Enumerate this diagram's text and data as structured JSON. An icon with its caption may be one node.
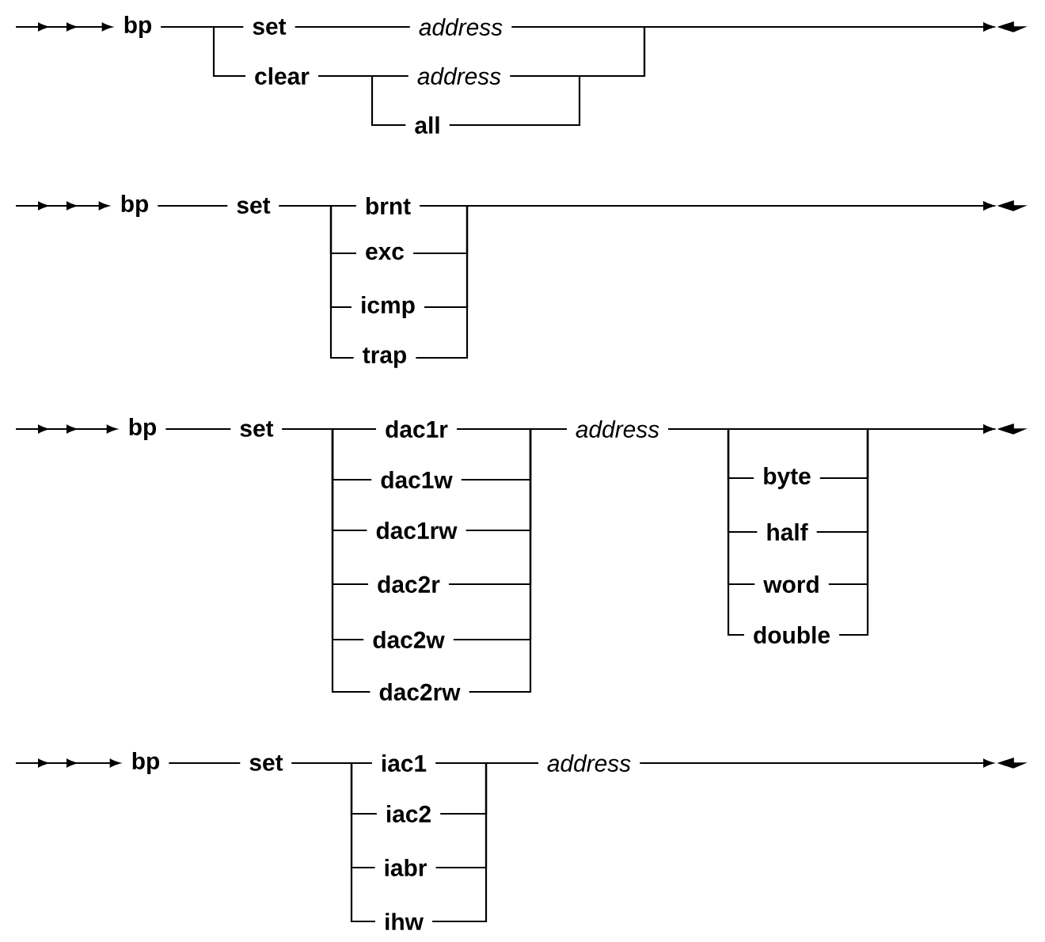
{
  "diagram": {
    "nodes": [
      {
        "text": [
          "bp"
        ]
      },
      {
        "text": [
          "set"
        ]
      },
      {
        "text": [
          "address"
        ]
      },
      {
        "text": [
          "clear"
        ]
      },
      {
        "text": [
          "address"
        ]
      },
      {
        "text": [
          "all"
        ]
      },
      {
        "text": [
          "bp"
        ]
      },
      {
        "text": [
          "set"
        ]
      },
      {
        "text": [
          "brnt"
        ]
      },
      {
        "text": [
          "exc"
        ]
      },
      {
        "text": [
          "icmp"
        ]
      },
      {
        "text": [
          "trap"
        ]
      },
      {
        "text": [
          "bp"
        ]
      },
      {
        "text": [
          "set"
        ]
      },
      {
        "text": [
          "dac1r"
        ]
      },
      {
        "text": [
          "dac1w"
        ]
      },
      {
        "text": [
          "dac1rw"
        ]
      },
      {
        "text": [
          "dac2r"
        ]
      },
      {
        "text": [
          "dac2w"
        ]
      },
      {
        "text": [
          "dac2rw"
        ]
      },
      {
        "text": [
          "address"
        ]
      },
      {
        "text": [
          "byte"
        ]
      },
      {
        "text": [
          "half"
        ]
      },
      {
        "text": [
          "word"
        ]
      },
      {
        "text": [
          "double"
        ]
      },
      {
        "text": [
          "bp"
        ]
      },
      {
        "text": [
          "set"
        ]
      },
      {
        "text": [
          "iac1"
        ]
      },
      {
        "text": [
          "iac2"
        ]
      },
      {
        "text": [
          "iabr"
        ]
      },
      {
        "text": [
          "ihw"
        ]
      },
      {
        "text": [
          "address"
        ]
      }
    ],
    "edges": [
      {
        "from": null,
        "to": 0,
        "arrow": "to"
      },
      {
        "from": 0,
        "to": 1,
        "arrow": "none"
      },
      {
        "from": 0,
        "to": 3,
        "arrow": "none"
      },
      {
        "from": 1,
        "to": 2,
        "arrow": "none"
      },
      {
        "from": 3,
        "to": 4,
        "arrow": "none"
      },
      {
        "from": 3,
        "to": 5,
        "arrow": "none"
      },
      {
        "from": 2,
        "to": null,
        "arrow": "to"
      },
      {
        "from": 4,
        "to": null,
        "arrow": "to"
      },
      {
        "from": 5,
        "to": null,
        "arrow": "to"
      },
      {
        "from": null,
        "to": 6,
        "arrow": "to"
      },
      {
        "from": 6,
        "to": 7,
        "arrow": "none"
      },
      {
        "from": 7,
        "to": 8,
        "arrow": "none"
      },
      {
        "from": 7,
        "to": 9,
        "arrow": "none"
      },
      {
        "from": 7,
        "to": 10,
        "arrow": "none"
      },
      {
        "from": 7,
        "to": 11,
        "arrow": "none"
      },
      {
        "from": 8,
        "to": null,
        "arrow": "to"
      },
      {
        "from": 9,
        "to": null,
        "arrow": "to"
      },
      {
        "from": 10,
        "to": null,
        "arrow": "to"
      },
      {
        "from": 11,
        "to": null,
        "arrow": "to"
      },
      {
        "from": null,
        "to": 12,
        "arrow": "to"
      },
      {
        "from": 12,
        "to": 13,
        "arrow": "none"
      },
      {
        "from": 13,
        "to": 14,
        "arrow": "none"
      },
      {
        "from": 13,
        "to": 15,
        "arrow": "none"
      },
      {
        "from": 13,
        "to": 16,
        "arrow": "none"
      },
      {
        "from": 13,
        "to": 17,
        "arrow": "none"
      },
      {
        "from": 13,
        "to": 18,
        "arrow": "none"
      },
      {
        "from": 13,
        "to": 19,
        "arrow": "none"
      },
      {
        "from": 14,
        "to": 20,
        "arrow": "none"
      },
      {
        "from": 15,
        "to": 20,
        "arrow": "none"
      },
      {
        "from": 16,
        "to": 20,
        "arrow": "none"
      },
      {
        "from": 17,
        "to": 20,
        "arrow": "none"
      },
      {
        "from": 18,
        "to": 20,
        "arrow": "none"
      },
      {
        "from": 19,
        "to": 20,
        "arrow": "none"
      },
      {
        "from": 20,
        "to": null,
        "arrow": "to"
      },
      {
        "from": 20,
        "to": 21,
        "arrow": "none"
      },
      {
        "from": 20,
        "to": 22,
        "arrow": "none"
      },
      {
        "from": 20,
        "to": 23,
        "arrow": "none"
      },
      {
        "from": 20,
        "to": 24,
        "arrow": "none"
      },
      {
        "from": 21,
        "to": null,
        "arrow": "to"
      },
      {
        "from": 22,
        "to": null,
        "arrow": "to"
      },
      {
        "from": 23,
        "to": null,
        "arrow": "to"
      },
      {
        "from": 24,
        "to": null,
        "arrow": "to"
      },
      {
        "from": null,
        "to": 25,
        "arrow": "to"
      },
      {
        "from": 25,
        "to": 26,
        "arrow": "none"
      },
      {
        "from": 26,
        "to": 27,
        "arrow": "none"
      },
      {
        "from": 26,
        "to": 28,
        "arrow": "none"
      },
      {
        "from": 26,
        "to": 29,
        "arrow": "none"
      },
      {
        "from": 26,
        "to": 30,
        "arrow": "none"
      },
      {
        "from": 27,
        "to": 31,
        "arrow": "none"
      },
      {
        "from": 28,
        "to": 31,
        "arrow": "none"
      },
      {
        "from": 29,
        "to": 31,
        "arrow": "none"
      },
      {
        "from": 30,
        "to": 31,
        "arrow": "none"
      },
      {
        "from": 31,
        "to": null,
        "arrow": "to"
      }
    ]
  }
}
